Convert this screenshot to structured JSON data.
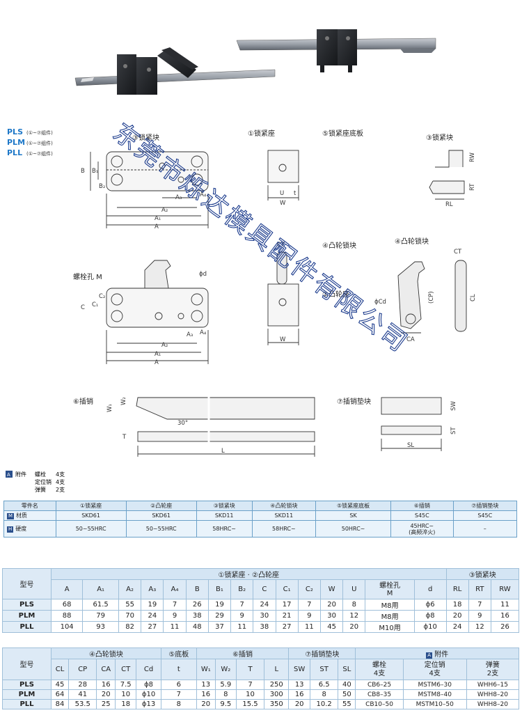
{
  "watermark": "东莞市烁达模具配件有限公司",
  "series": [
    {
      "name": "PLS",
      "note": "(①~⑦组件)"
    },
    {
      "name": "PLM",
      "note": "(①~⑦组件)"
    },
    {
      "name": "PLL",
      "note": "(①~⑦组件)"
    }
  ],
  "drawing_labels": {
    "lock_block_3": "③锁紧块",
    "lock_seat_1": "①锁紧座",
    "lock_base_5": "⑤锁紧座底板",
    "lock_block_3_right": "③锁紧块",
    "cam_lock_4": "④凸轮锁块",
    "cam_lock_4_right": "④凸轮锁块",
    "cam_seat_2": "②凸轮座",
    "bolt_hole": "螺栓孔 M",
    "pin_6": "⑥插销",
    "pin_pad_7": "⑦插销垫块",
    "angle": "30°",
    "dim_A": "A",
    "dim_A1": "A₁",
    "dim_A2": "A₂",
    "dim_A3": "A₃",
    "dim_A4": "A₄",
    "dim_B": "B",
    "dim_B1": "B₁",
    "dim_B2": "B₂",
    "dim_C": "C",
    "dim_C1": "C₁",
    "dim_C2": "C₂",
    "dim_W": "W",
    "dim_U": "U",
    "dim_t": "t",
    "dim_RW": "RW",
    "dim_RT": "RT",
    "dim_RL": "RL",
    "dim_CT": "CT",
    "dim_CL": "CL",
    "dim_CP": "(CP)",
    "dim_CA": "CA",
    "dim_Cd": "ϕCd",
    "dim_d": "ϕd",
    "dim_W1": "W₁",
    "dim_W2": "W₂",
    "dim_T": "T",
    "dim_L": "L",
    "dim_SW": "SW",
    "dim_ST": "ST",
    "dim_SL": "SL"
  },
  "accessories": {
    "tag": "A",
    "title": "附件",
    "items": [
      {
        "name": "螺栓",
        "qty": "4支"
      },
      {
        "name": "定位销",
        "qty": "4支"
      },
      {
        "name": "弹簧",
        "qty": "2支"
      }
    ]
  },
  "material_table": {
    "header": [
      "零件名",
      "①锁紧座",
      "②凸轮座",
      "③锁紧块",
      "④凸轮锁块",
      "⑤锁紧座底板",
      "⑥插销",
      "⑦插销垫块"
    ],
    "rows": [
      {
        "tag": "M",
        "label": "材质",
        "cells": [
          "SKD61",
          "SKD61",
          "SKD11",
          "SKD11",
          "SK",
          "S45C",
          "S45C"
        ]
      },
      {
        "tag": "H",
        "label": "硬度",
        "cells": [
          "50~55HRC",
          "50~55HRC",
          "58HRC~",
          "58HRC~",
          "50HRC~",
          "45HRC~\n(高频淬火)",
          "–"
        ]
      }
    ]
  },
  "dim_table_1": {
    "model_header": "型号",
    "group1": "①锁紧座 · ②凸轮座",
    "group2": "③锁紧块",
    "cols1": [
      "A",
      "A₁",
      "A₂",
      "A₃",
      "A₄",
      "B",
      "B₁",
      "B₂",
      "C",
      "C₁",
      "C₂",
      "W",
      "U",
      "螺栓孔\nM",
      "d"
    ],
    "cols2": [
      "RL",
      "RT",
      "RW"
    ],
    "rows": [
      {
        "model": "PLS",
        "cells": [
          "68",
          "61.5",
          "55",
          "19",
          "7",
          "26",
          "19",
          "7",
          "24",
          "17",
          "7",
          "20",
          "8",
          "M8用",
          "ϕ6",
          "18",
          "7",
          "11"
        ]
      },
      {
        "model": "PLM",
        "cells": [
          "88",
          "79",
          "70",
          "24",
          "9",
          "38",
          "29",
          "9",
          "30",
          "21",
          "9",
          "30",
          "12",
          "M8用",
          "ϕ8",
          "20",
          "9",
          "16"
        ]
      },
      {
        "model": "PLL",
        "cells": [
          "104",
          "93",
          "82",
          "27",
          "11",
          "48",
          "37",
          "11",
          "38",
          "27",
          "11",
          "45",
          "20",
          "M10用",
          "ϕ10",
          "24",
          "12",
          "26"
        ]
      }
    ]
  },
  "dim_table_2": {
    "model_header": "型号",
    "group_cam": "④凸轮锁块",
    "group_base": "⑤底板",
    "group_pin": "⑥插销",
    "group_pad": "⑦插销垫块",
    "group_acc": "附件",
    "group_acc_tag": "A",
    "cols_cam": [
      "CL",
      "CP",
      "CA",
      "CT",
      "Cd"
    ],
    "cols_base": [
      "t"
    ],
    "cols_pin": [
      "W₁",
      "W₂",
      "T",
      "L"
    ],
    "cols_pad": [
      "SW",
      "ST",
      "SL"
    ],
    "cols_acc": [
      "螺栓\n4支",
      "定位销\n4支",
      "弹簧\n2支"
    ],
    "rows": [
      {
        "model": "PLS",
        "cells": [
          "45",
          "28",
          "16",
          "7.5",
          "ϕ8",
          "6",
          "13",
          "5.9",
          "7",
          "250",
          "13",
          "6.5",
          "40",
          "CB6–25",
          "MSTM6–30",
          "WHH6–15"
        ]
      },
      {
        "model": "PLM",
        "cells": [
          "64",
          "41",
          "20",
          "10",
          "ϕ10",
          "7",
          "16",
          "8",
          "10",
          "300",
          "16",
          "8",
          "50",
          "CB8–35",
          "MSTM8–40",
          "WHH8–20"
        ]
      },
      {
        "model": "PLL",
        "cells": [
          "84",
          "53.5",
          "25",
          "18",
          "ϕ13",
          "8",
          "20",
          "9.5",
          "15.5",
          "350",
          "20",
          "10.2",
          "55",
          "CB10–50",
          "MSTM10–50",
          "WHH8–20"
        ]
      }
    ]
  },
  "colors": {
    "series_blue": "#1e78c8",
    "table_border": "#9fbfd9",
    "table_header_bg": "#ddeaf6",
    "watermark": "#1a3a8c"
  }
}
